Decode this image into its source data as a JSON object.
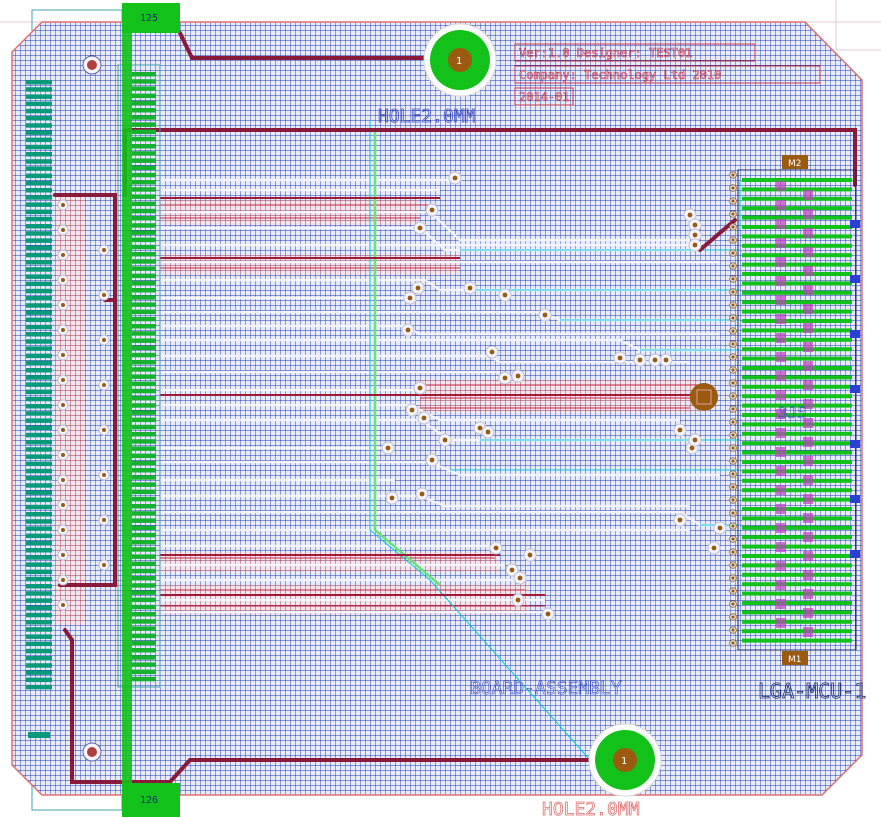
{
  "pcb": {
    "hole_top": {
      "ref_label": "HOLE2.0MM",
      "pad_number": "1"
    },
    "hole_bottom": {
      "ref_label": "HOLE2.0MM",
      "pad_number": "1"
    },
    "connector_left_top_pin": "125",
    "connector_left_bottom_pin": "126",
    "connector_right_label": "LGA-MCU-1",
    "connector_right_pin1": "M2",
    "connector_right_pin2": "M1",
    "right_silk_label": "3J5",
    "board_label": "BOARD-ASSEMBLY",
    "info_line_1": "Ver:1.0 Designer: TEST01",
    "info_line_2": "Company: Technology Ltd 2010",
    "info_line_3": "2014-01",
    "colors": {
      "background": "#ffffff",
      "grid_blue": "#1f3aa8",
      "top_copper_red": "#b01030",
      "trace_dark_red": "#8a1a3a",
      "pad_green": "#12c21a",
      "pad_teal": "#0a9a7a",
      "via_brown": "#9a5a10",
      "outline_pink": "#e07070",
      "cyan_line": "#00c8d8",
      "silk_text": "#cc3344",
      "silk_blue": "#4050c0"
    }
  }
}
